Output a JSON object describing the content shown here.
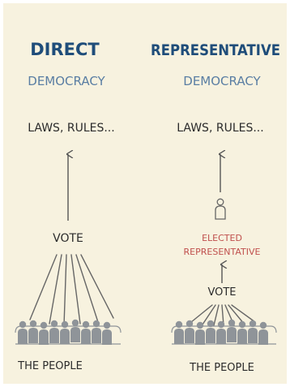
{
  "left": {
    "heading": "DIRECT",
    "subheading": "DEMOCRACY",
    "laws": "LAWS, RULES...",
    "vote": "VOTE",
    "people": "THE PEOPLE"
  },
  "right": {
    "heading": "REPRESENTATIVE",
    "subheading": "DEMOCRACY",
    "laws": "LAWS, RULES...",
    "elected_line1": "ELECTED",
    "elected_line2": "REPRESENTATIVE",
    "vote": "VOTE",
    "people": "THE PEOPLE"
  },
  "colors": {
    "background": "#f7f2df",
    "heading": "#1f4d7a",
    "subheading": "#5a7ea3",
    "ink": "#2b2b2b",
    "representative_label": "#c0504d",
    "crowd": "#8f9499"
  }
}
